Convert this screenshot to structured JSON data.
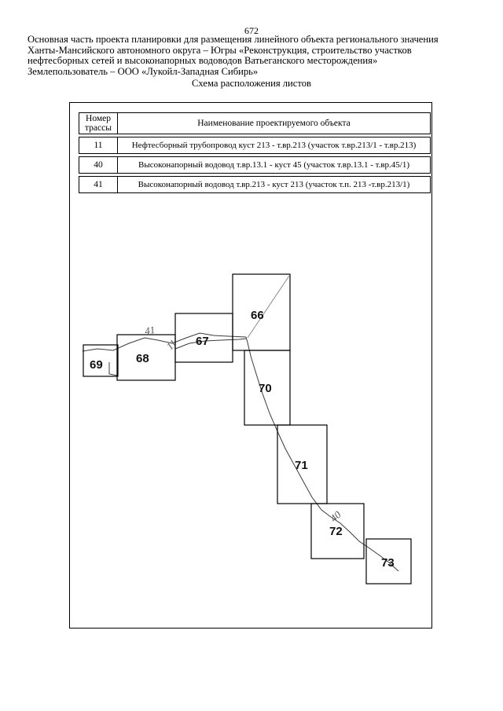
{
  "page": {
    "number": "672"
  },
  "header": {
    "lines": [
      "Основная часть проекта планировки для размещения линейного объекта регионального значения",
      "Ханты-Мансийского автономного округа – Югры «Реконструкция, строительство участков",
      "нефтесборных сетей и высоконапорных водоводов Ватьеганского месторождения»",
      "Землепользователь – ООО «Лукойл-Западная Сибирь»"
    ],
    "subtitle": "Схема расположения листов"
  },
  "table": {
    "headers": [
      "Номер трассы",
      "Наименование проектируемого объекта"
    ],
    "rows": [
      {
        "num": "11",
        "name": "Нефтесборный трубопровод куст 213 - т.вр.213 (участок т.вр.213/1 - т.вр.213)"
      },
      {
        "num": "40",
        "name": "Высоконапорный водовод т.вр.13.1 - куст 45 (участок т.вр.13.1 - т.вр.45/1)"
      },
      {
        "num": "41",
        "name": "Высоконапорный водовод т.вр.213 - куст 213 (участок т.п. 213 -т.вр.213/1)"
      }
    ]
  },
  "diagram": {
    "sheets": [
      "66",
      "67",
      "68",
      "69",
      "70",
      "71",
      "72",
      "73"
    ],
    "line_labels": [
      "41",
      "11",
      "40"
    ]
  }
}
